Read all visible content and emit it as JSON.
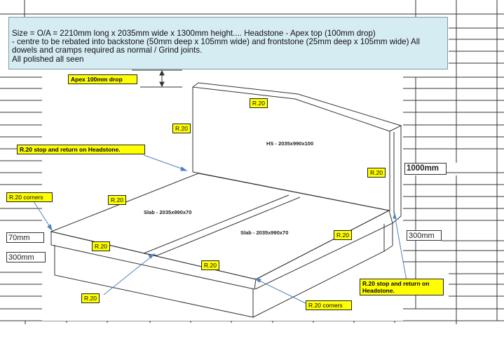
{
  "info": {
    "line1": "Size =  O/A = 2210mm long x 2035mm wide  x 1300mm height....  Headstone - Apex top (100mm drop)",
    "line2": "- centre to be rebated into backstone (50mm deep x 105mm wide) and frontstone (25mm deep x 105mm wide)   All",
    "line3": "dowels and cramps required as normal / Grind joints.",
    "line4": "All polished all seen"
  },
  "labels": {
    "apex_drop": "Apex 100mm drop",
    "r20": "R.20",
    "r20_stop_headstone": "R.20 stop and return on Headstone.",
    "r20_corners": "R.20 corners",
    "r20_stop_return_on": "R.20 stop and return on",
    "headstone_word": "Headstone."
  },
  "dimensions": {
    "headstone": "HS - 2035x990x100",
    "slab_left": "Slab -  2035x990x70",
    "slab_right": "Slab -  2035x990x70"
  },
  "cells": {
    "height_1000": "1000mm",
    "height_70": "70mm",
    "height_300_left": "300mm",
    "height_300_right": "300mm"
  }
}
